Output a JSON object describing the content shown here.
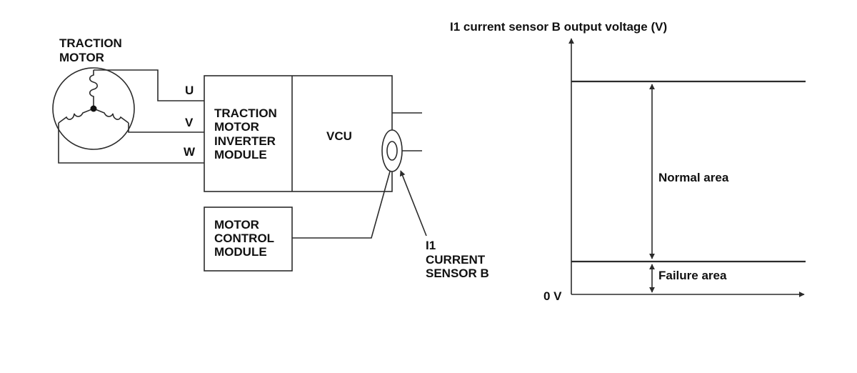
{
  "motor": {
    "label_line1": "TRACTION",
    "label_line2": "MOTOR"
  },
  "phases": {
    "u": "U",
    "v": "V",
    "w": "W"
  },
  "inverter": {
    "line1": "TRACTION",
    "line2": "MOTOR",
    "line3": "INVERTER",
    "line4": "MODULE"
  },
  "vcu": {
    "label": "VCU"
  },
  "mcm": {
    "line1": "MOTOR",
    "line2": "CONTROL",
    "line3": "MODULE"
  },
  "sensor": {
    "line1": "I1",
    "line2": "CURRENT",
    "line3": "SENSOR B"
  },
  "graph": {
    "y_axis_title": "I1 current sensor B output voltage (V)",
    "zero_label": "0 V",
    "normal_label": "Normal area",
    "failure_label": "Failure area"
  }
}
